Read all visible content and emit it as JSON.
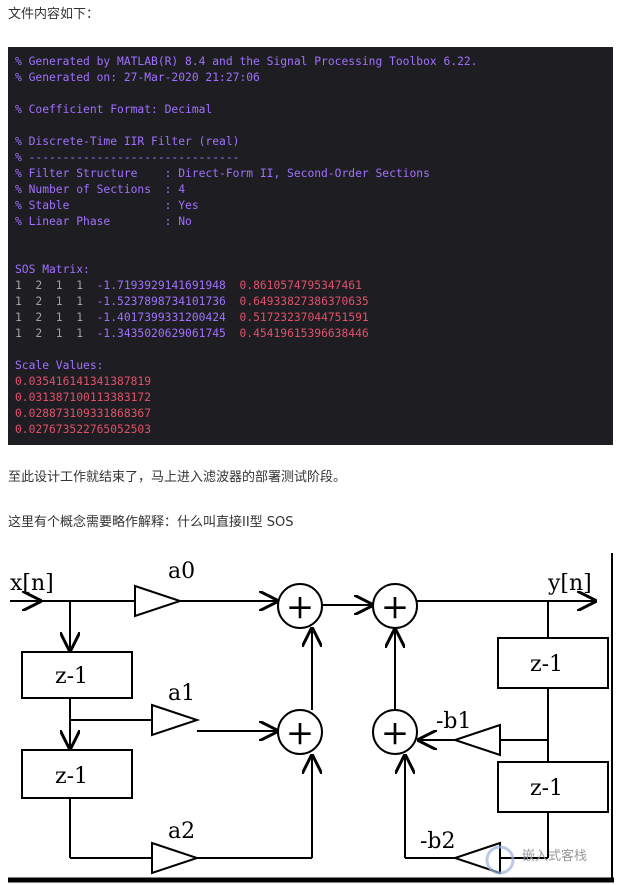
{
  "intro": "文件内容如下：",
  "code": {
    "header_lines": [
      "% Generated by MATLAB(R) 8.4 and the Signal Processing Toolbox 6.22.",
      "% Generated on: 27-Mar-2020 21:27:06",
      "% Coefficient Format: Decimal",
      "% Discrete-Time IIR Filter (real)",
      "% -------------------------------",
      "% Filter Structure    : Direct-Form II, Second-Order Sections",
      "% Number of Sections  : 4",
      "% Stable              : Yes",
      "% Linear Phase        : No"
    ],
    "sos_label": "SOS Matrix:",
    "sos_rows": [
      {
        "b": "1  2  1  1",
        "a1": "-1.7193929141691948",
        "a2": "0.8610574795347461"
      },
      {
        "b": "1  2  1  1",
        "a1": "-1.5237898734101736",
        "a2": "0.64933827386370635"
      },
      {
        "b": "1  2  1  1",
        "a1": "-1.4017399331200424",
        "a2": "0.51723237044751591"
      },
      {
        "b": "1  2  1  1",
        "a1": "-1.3435020629061745",
        "a2": "0.45419615396638446"
      }
    ],
    "scale_label": "Scale Values:",
    "scale_values": [
      "0.035416141341387819",
      "0.031387100113383172",
      "0.028873109331868367",
      "0.027673522765052503"
    ]
  },
  "para1": "至此设计工作就结束了，马上进入滤波器的部署测试阶段。",
  "para2": "这里有个概念需要略作解释：什么叫直接II型 SOS",
  "diagram": {
    "input": "x[n]",
    "output": "y[n]",
    "delay": "z-1",
    "gains": {
      "a0": "a0",
      "a1": "a1",
      "a2": "a2",
      "b1": "-b1",
      "b2": "-b2"
    },
    "sum": "+",
    "watermark": "嵌入式客栈"
  }
}
